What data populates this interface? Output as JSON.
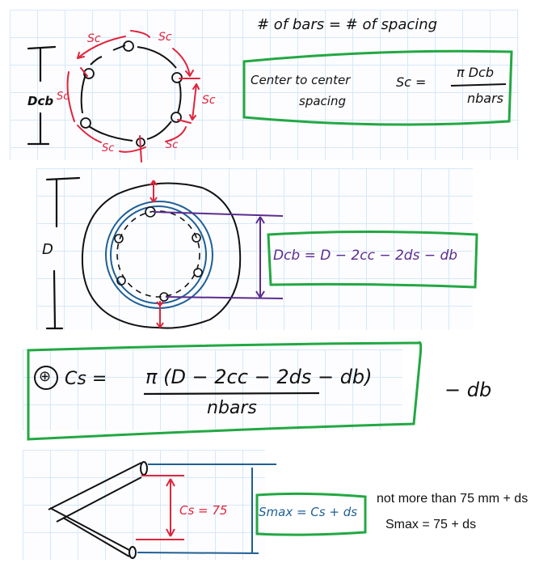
{
  "colors": {
    "ink": "#111111",
    "red": "#e0243c",
    "green": "#22a843",
    "blue": "#1f5f96",
    "purple": "#5b2c8f",
    "grid": "#d6e8f8"
  },
  "panel1": {
    "dim_label": "Dcb",
    "spacing_label": "Sc",
    "header_note": "# of bars = # of spacing",
    "formula_box": {
      "left_line1": "Center to center",
      "left_line2": "spacing",
      "lhs": "Sc =",
      "numerator": "π Dcb",
      "denominator": "nbars"
    }
  },
  "panel2": {
    "dim_label": "D",
    "formula": "Dcb = D − 2cc − 2ds − db"
  },
  "panel3": {
    "marker": "⊕",
    "lhs": "Cs =",
    "numerator": "π (D − 2cc − 2ds − db)",
    "denominator": "nbars",
    "tail": "− db"
  },
  "panel4": {
    "cs_label": "Cs = 75",
    "smax_formula": "Smax = Cs + ds"
  },
  "notes": {
    "line1": "not more than 75 mm + ds",
    "line2": "Smax = 75 + ds"
  }
}
